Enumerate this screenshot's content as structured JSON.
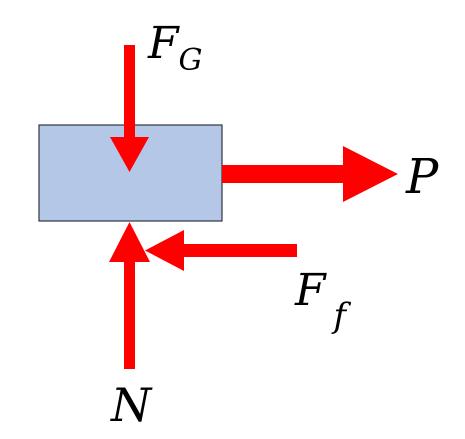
{
  "colors": {
    "block_fill": "#b4c7e7",
    "block_stroke": "#2f3640",
    "arrow": "#ff0000",
    "label": "#000000"
  },
  "forces": {
    "gravity": {
      "symbol": "F",
      "subscript": "G",
      "direction": "down"
    },
    "push": {
      "symbol": "P",
      "direction": "right"
    },
    "friction": {
      "symbol": "F",
      "subscript": "f",
      "direction": "left"
    },
    "normal": {
      "symbol": "N",
      "direction": "up"
    }
  }
}
